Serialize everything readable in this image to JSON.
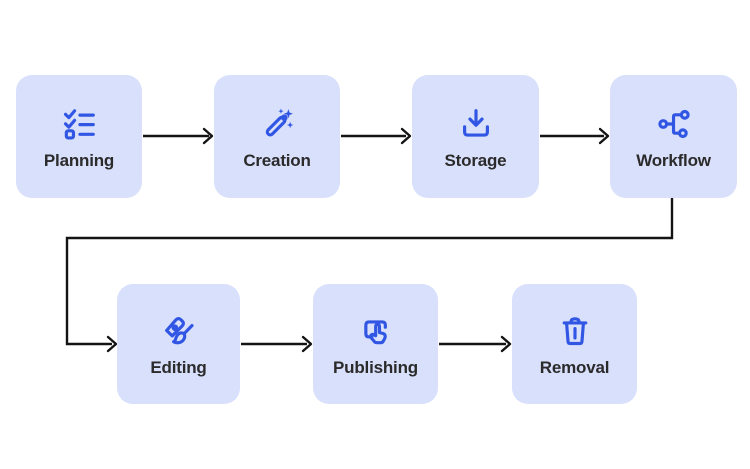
{
  "diagram": {
    "type": "flowchart",
    "accent_color": "#3156e4",
    "node_bg_color": "#d9e0fc",
    "label_color": "#2b2b2b",
    "arrow_color": "#141414",
    "nodes": [
      {
        "id": "planning",
        "label": "Planning",
        "icon": "checklist-icon"
      },
      {
        "id": "creation",
        "label": "Creation",
        "icon": "magic-wand-icon"
      },
      {
        "id": "storage",
        "label": "Storage",
        "icon": "download-icon"
      },
      {
        "id": "workflow",
        "label": "Workflow",
        "icon": "share-nodes-icon"
      },
      {
        "id": "editing",
        "label": "Editing",
        "icon": "pen-brush-icon"
      },
      {
        "id": "publishing",
        "label": "Publishing",
        "icon": "tap-icon"
      },
      {
        "id": "removal",
        "label": "Removal",
        "icon": "trash-icon"
      }
    ],
    "edges": [
      [
        "planning",
        "creation"
      ],
      [
        "creation",
        "storage"
      ],
      [
        "storage",
        "workflow"
      ],
      [
        "workflow",
        "editing"
      ],
      [
        "editing",
        "publishing"
      ],
      [
        "publishing",
        "removal"
      ]
    ]
  }
}
